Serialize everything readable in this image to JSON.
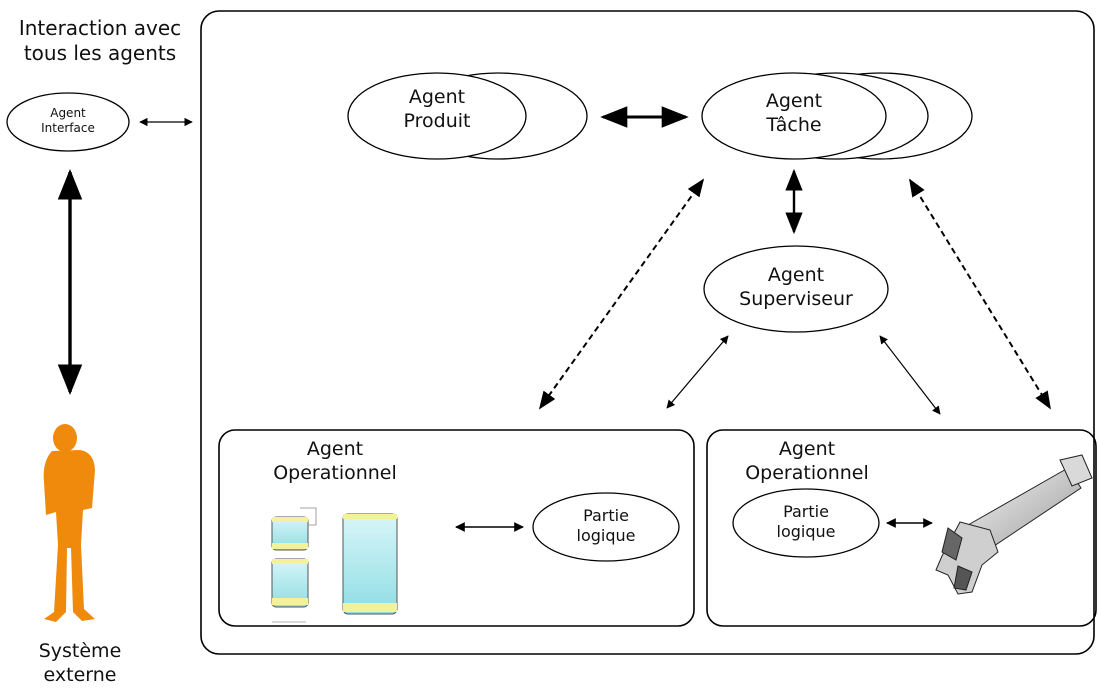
{
  "title": {
    "line1": "Interaction avec",
    "line2": "tous les agents"
  },
  "agent_interface": {
    "line1": "Agent",
    "line2": "Interface"
  },
  "agent_produit": {
    "line1": "Agent",
    "line2": "Produit"
  },
  "agent_tache": {
    "line1": "Agent",
    "line2": "Tâche"
  },
  "agent_superviseur": {
    "line1": "Agent",
    "line2": "Superviseur"
  },
  "operational_left": {
    "line1": "Agent",
    "line2": "Operationnel",
    "logic": {
      "line1": "Partie",
      "line2": "logique"
    }
  },
  "operational_right": {
    "line1": "Agent",
    "line2": "Operationnel",
    "logic": {
      "line1": "Partie",
      "line2": "logique"
    }
  },
  "external_system": {
    "line1": "Système",
    "line2": "externe"
  },
  "icons": {
    "person": "person-silhouette-icon",
    "schematic": "software-schematic-icon",
    "robot_gripper": "robot-gripper-icon"
  },
  "colors": {
    "person": "#f08a0c",
    "panel_fill": "#aee8ec",
    "panel_header": "#f2f29a"
  }
}
